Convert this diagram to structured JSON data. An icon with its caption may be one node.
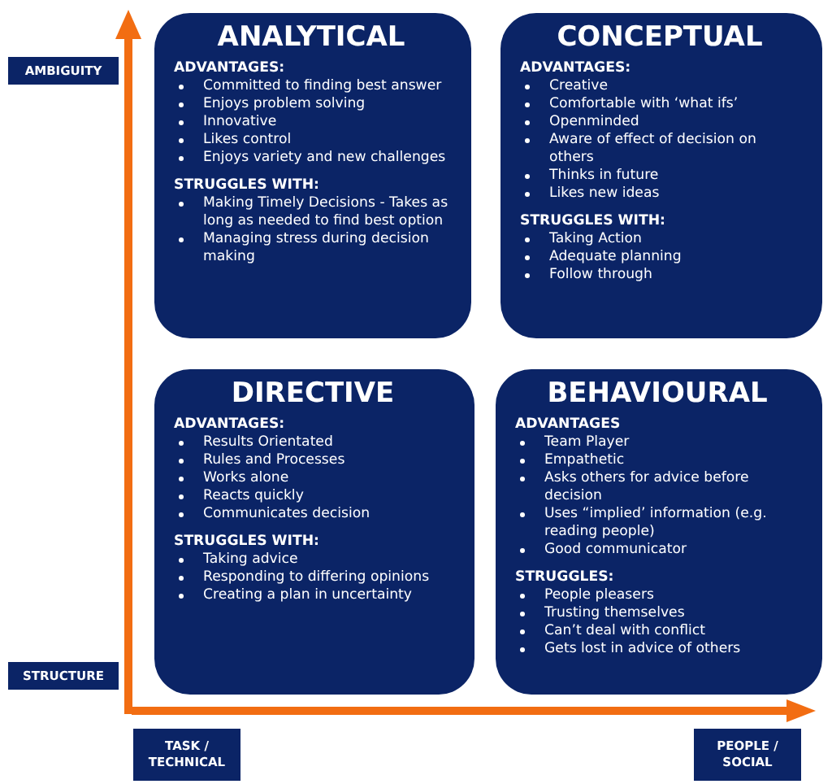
{
  "diagram": {
    "nodes": [
      {
        "text": [
          "ANALYTICAL",
          "ADVANTAGES:",
          "Committed to finding best answer",
          "Enjoys problem solving",
          "Innovative",
          "Likes control",
          "Enjoys variety and new challenges",
          "STRUGGLES WITH:",
          "Making Timely Decisions - Takes as long as needed to find best option",
          "Managing stress during decision making"
        ]
      },
      {
        "text": [
          "CONCEPTUAL",
          "ADVANTAGES:",
          "Creative",
          "Comfortable with ‘what ifs’",
          "Openminded",
          "Aware of effect of decision on others",
          "Thinks in future",
          "Likes new ideas",
          "STRUGGLES WITH:",
          "Taking Action",
          "Adequate planning",
          "Follow through"
        ]
      },
      {
        "text": [
          "DIRECTIVE",
          "ADVANTAGES:",
          "Results Orientated",
          "Rules and Processes",
          "Works alone",
          "Reacts quickly",
          "Communicates decision",
          "STRUGGLES WITH:",
          "Taking advice",
          "Responding to differing opinions",
          "Creating a plan in uncertainty"
        ]
      },
      {
        "text": [
          "BEHAVIOURAL",
          "ADVANTAGES",
          "Team Player",
          "Empathetic",
          "Asks others for advice before decision",
          "Uses “implied’ information (e.g. reading people)",
          "Good communicator",
          "STRUGGLES:",
          "People pleasers",
          "Trusting themselves",
          "Can’t deal with conflict",
          "Gets lost in advice of others"
        ]
      },
      {
        "text": [
          "AMBIGUITY"
        ]
      },
      {
        "text": [
          "STRUCTURE"
        ]
      },
      {
        "text": [
          "TASK / TECHNICAL"
        ]
      },
      {
        "text": [
          "PEOPLE / SOCIAL"
        ]
      }
    ]
  }
}
